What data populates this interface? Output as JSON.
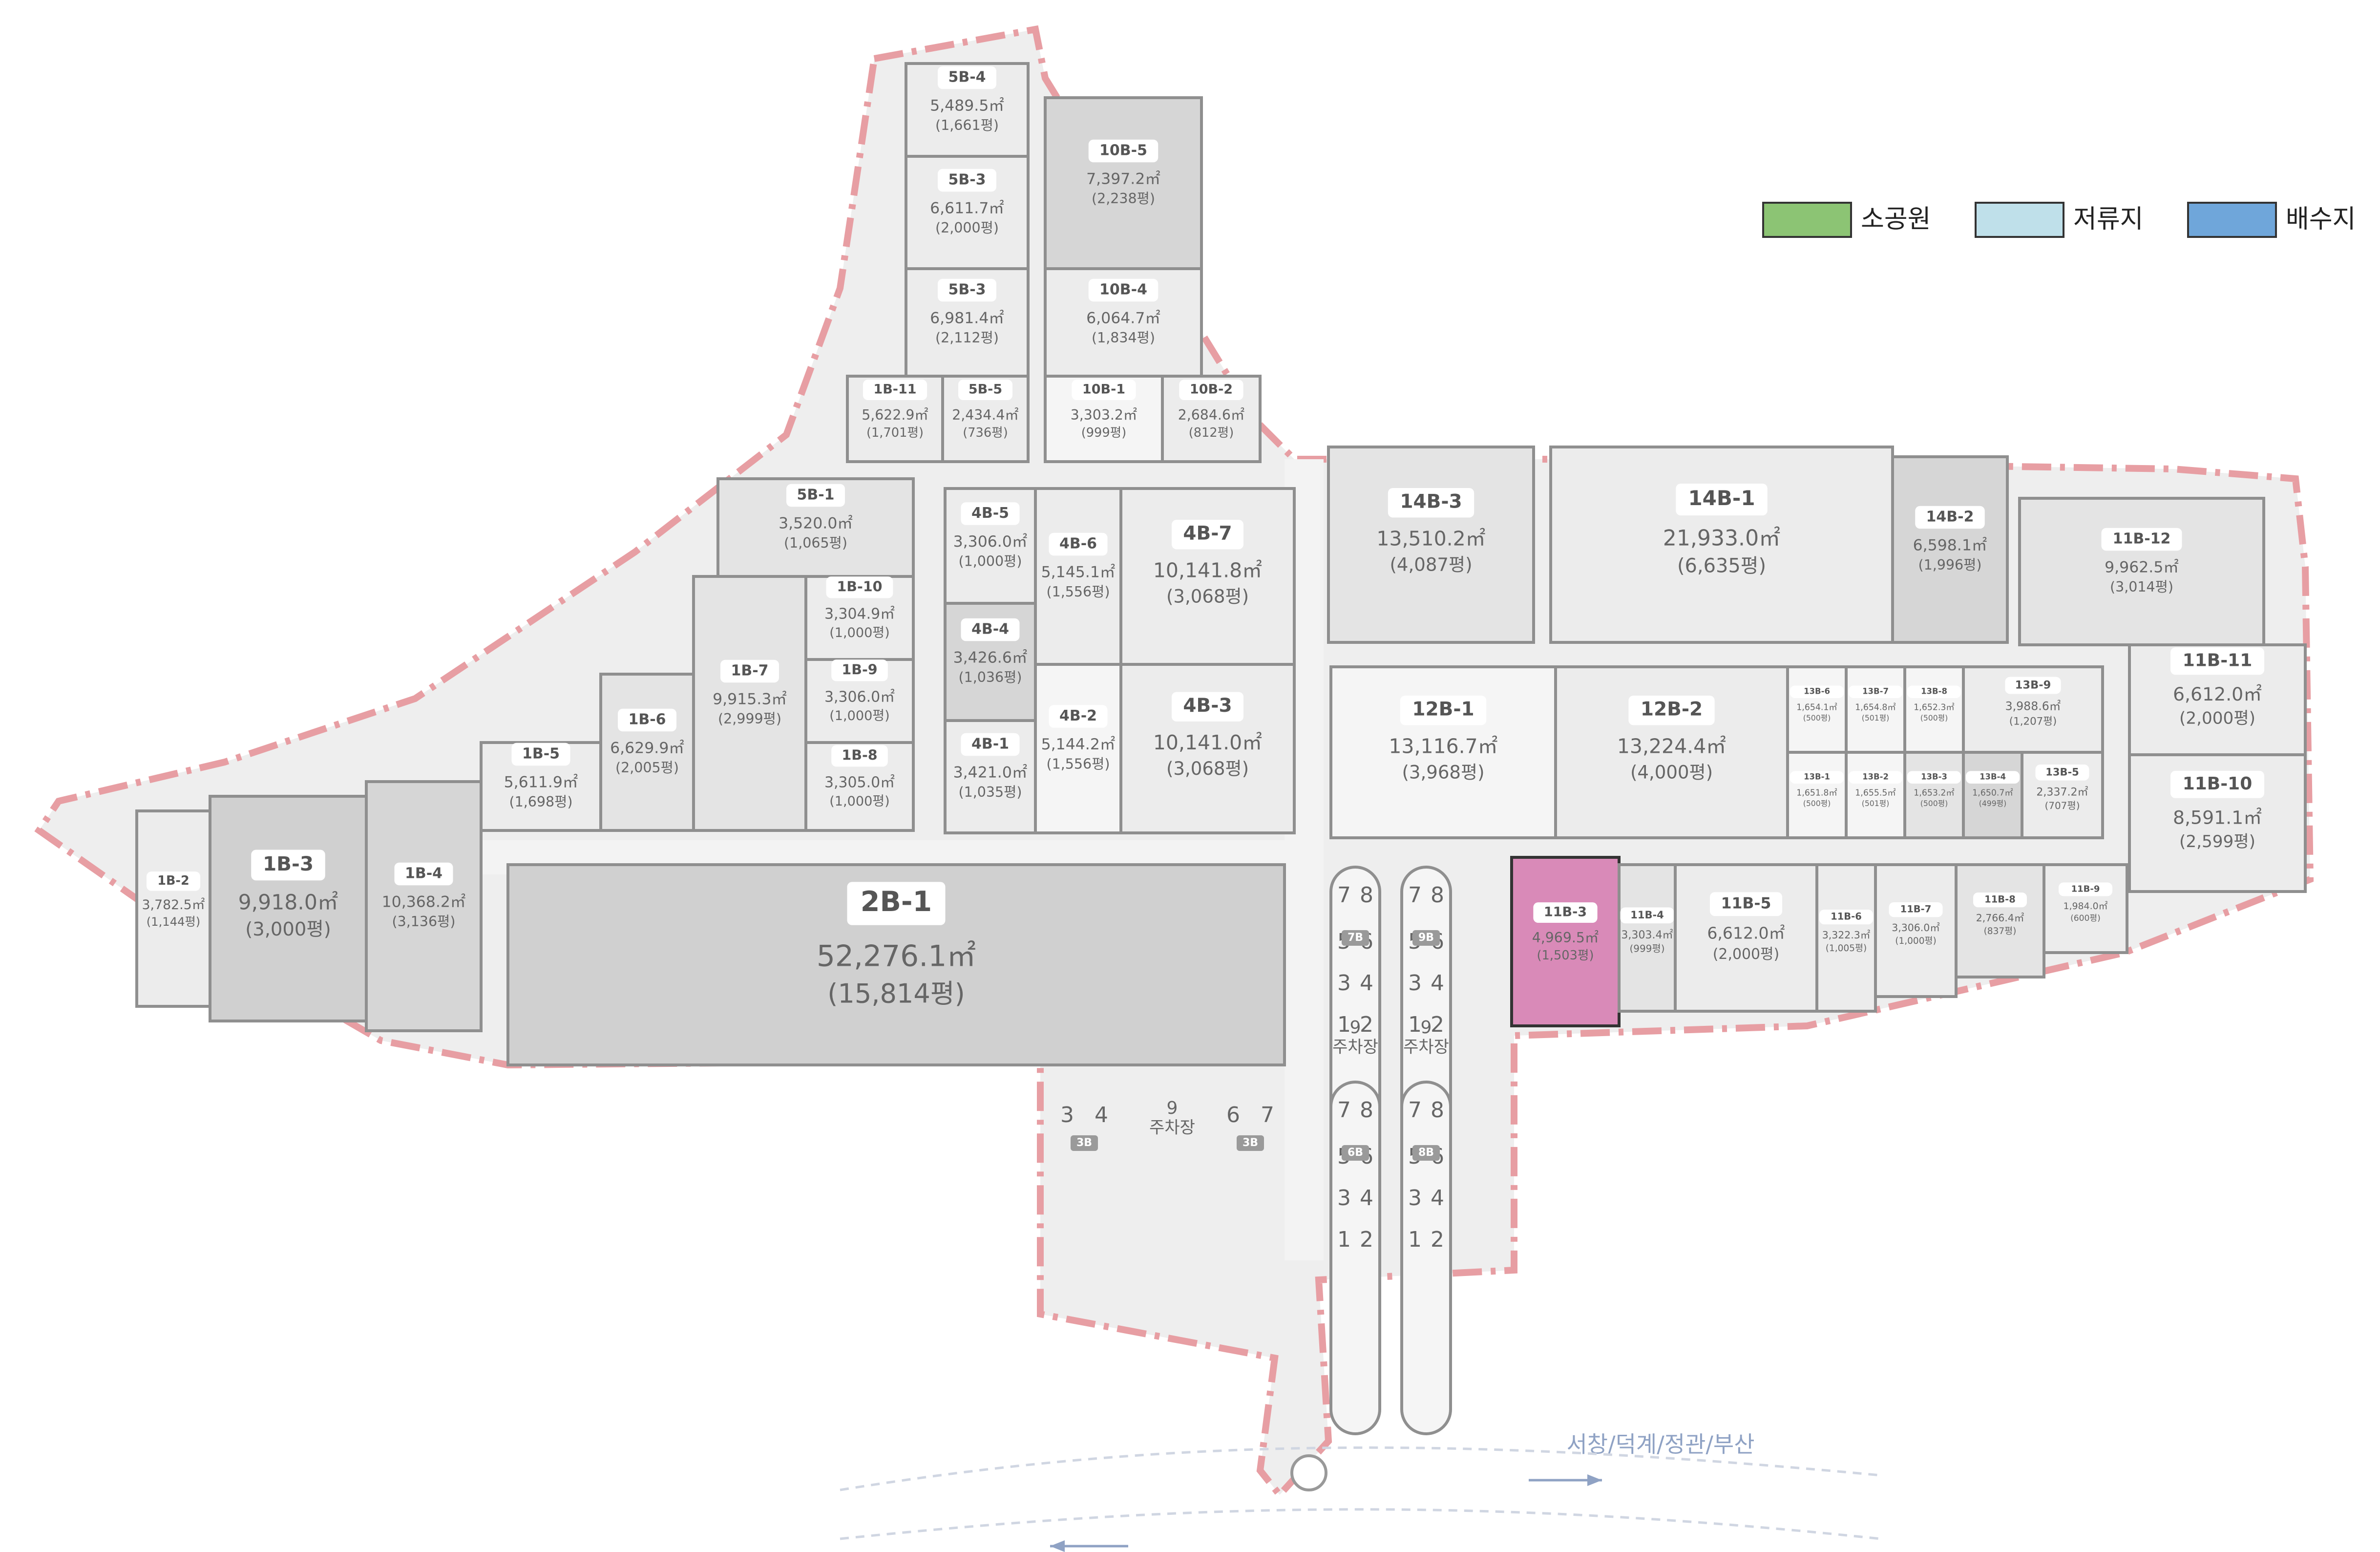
{
  "legend": [
    {
      "label": "소공원",
      "color": "#8cc474"
    },
    {
      "label": "저류지",
      "color": "#bfe0ea"
    },
    {
      "label": "배수지",
      "color": "#6fa6da"
    }
  ],
  "direction_label": "서창/덕계/정관/부산",
  "highlight_color": "#d98ab8",
  "lots": [
    {
      "id": "5B-4",
      "area": "5,489.5㎡",
      "pyeong": "(1,661평)"
    },
    {
      "id": "5B-3a",
      "label": "5B-3",
      "area": "6,611.7㎡",
      "pyeong": "(2,000평)"
    },
    {
      "id": "5B-3b",
      "label": "5B-3",
      "area": "6,981.4㎡",
      "pyeong": "(2,112평)"
    },
    {
      "id": "1B-11",
      "area": "5,622.9㎡",
      "pyeong": "(1,701평)"
    },
    {
      "id": "5B-5",
      "area": "2,434.4㎡",
      "pyeong": "(736평)"
    },
    {
      "id": "10B-5",
      "area": "7,397.2㎡",
      "pyeong": "(2,238평)"
    },
    {
      "id": "10B-4",
      "area": "6,064.7㎡",
      "pyeong": "(1,834평)"
    },
    {
      "id": "10B-1",
      "area": "3,303.2㎡",
      "pyeong": "(999평)"
    },
    {
      "id": "10B-2",
      "area": "2,684.6㎡",
      "pyeong": "(812평)"
    },
    {
      "id": "5B-1",
      "area": "3,520.0㎡",
      "pyeong": "(1,065평)"
    },
    {
      "id": "1B-10",
      "area": "3,304.9㎡",
      "pyeong": "(1,000평)"
    },
    {
      "id": "1B-9",
      "area": "3,306.0㎡",
      "pyeong": "(1,000평)"
    },
    {
      "id": "1B-8",
      "area": "3,305.0㎡",
      "pyeong": "(1,000평)"
    },
    {
      "id": "1B-7",
      "area": "9,915.3㎡",
      "pyeong": "(2,999평)"
    },
    {
      "id": "1B-6",
      "area": "6,629.9㎡",
      "pyeong": "(2,005평)"
    },
    {
      "id": "1B-5",
      "area": "5,611.9㎡",
      "pyeong": "(1,698평)"
    },
    {
      "id": "1B-4",
      "area": "10,368.2㎡",
      "pyeong": "(3,136평)"
    },
    {
      "id": "1B-3",
      "area": "9,918.0㎡",
      "pyeong": "(3,000평)"
    },
    {
      "id": "1B-2",
      "area": "3,782.5㎡",
      "pyeong": "(1,144평)"
    },
    {
      "id": "2B-1",
      "area": "52,276.1㎡",
      "pyeong": "(15,814평)"
    },
    {
      "id": "4B-5",
      "area": "3,306.0㎡",
      "pyeong": "(1,000평)"
    },
    {
      "id": "4B-4",
      "area": "3,426.6㎡",
      "pyeong": "(1,036평)"
    },
    {
      "id": "4B-1",
      "area": "3,421.0㎡",
      "pyeong": "(1,035평)"
    },
    {
      "id": "4B-6",
      "area": "5,145.1㎡",
      "pyeong": "(1,556평)"
    },
    {
      "id": "4B-2",
      "area": "5,144.2㎡",
      "pyeong": "(1,556평)"
    },
    {
      "id": "4B-7",
      "area": "10,141.8㎡",
      "pyeong": "(3,068평)"
    },
    {
      "id": "4B-3",
      "area": "10,141.0㎡",
      "pyeong": "(3,068평)"
    },
    {
      "id": "14B-3",
      "area": "13,510.2㎡",
      "pyeong": "(4,087평)"
    },
    {
      "id": "14B-1",
      "area": "21,933.0㎡",
      "pyeong": "(6,635평)"
    },
    {
      "id": "14B-2",
      "area": "6,598.1㎡",
      "pyeong": "(1,996평)"
    },
    {
      "id": "11B-12",
      "area": "9,962.5㎡",
      "pyeong": "(3,014평)"
    },
    {
      "id": "11B-11",
      "area": "6,612.0㎡",
      "pyeong": "(2,000평)"
    },
    {
      "id": "11B-10",
      "area": "8,591.1㎡",
      "pyeong": "(2,599평)"
    },
    {
      "id": "12B-1",
      "area": "13,116.7㎡",
      "pyeong": "(3,968평)"
    },
    {
      "id": "12B-2",
      "area": "13,224.4㎡",
      "pyeong": "(4,000평)"
    },
    {
      "id": "13B-6",
      "area": "1,654.1㎡",
      "pyeong": "(500평)"
    },
    {
      "id": "13B-7",
      "area": "1,654.8㎡",
      "pyeong": "(501평)"
    },
    {
      "id": "13B-8",
      "area": "1,652.3㎡",
      "pyeong": "(500평)"
    },
    {
      "id": "13B-9",
      "area": "3,988.6㎡",
      "pyeong": "(1,207평)"
    },
    {
      "id": "13B-1",
      "area": "1,651.8㎡",
      "pyeong": "(500평)"
    },
    {
      "id": "13B-2",
      "area": "1,655.5㎡",
      "pyeong": "(501평)"
    },
    {
      "id": "13B-3",
      "area": "1,653.2㎡",
      "pyeong": "(500평)"
    },
    {
      "id": "13B-4",
      "area": "1,650.7㎡",
      "pyeong": "(499평)"
    },
    {
      "id": "13B-5",
      "area": "2,337.2㎡",
      "pyeong": "(707평)"
    },
    {
      "id": "11B-3",
      "area": "4,969.5㎡",
      "pyeong": "(1,503평)"
    },
    {
      "id": "11B-4",
      "area": "3,303.4㎡",
      "pyeong": "(999평)"
    },
    {
      "id": "11B-5",
      "area": "6,612.0㎡",
      "pyeong": "(2,000평)"
    },
    {
      "id": "11B-6",
      "area": "3,322.3㎡",
      "pyeong": "(1,005평)"
    },
    {
      "id": "11B-7",
      "area": "3,306.0㎡",
      "pyeong": "(1,000평)"
    },
    {
      "id": "11B-8",
      "area": "2,766.4㎡",
      "pyeong": "(837평)"
    },
    {
      "id": "11B-9",
      "area": "1,984.0㎡",
      "pyeong": "(600평)"
    }
  ],
  "parking": {
    "lot_label": "주차장",
    "column_7B_numbers": [
      "7",
      "8",
      "5",
      "6",
      "3",
      "4",
      "1",
      "2"
    ],
    "badges": [
      "7B",
      "9B",
      "6B",
      "8B",
      "3B",
      "3B"
    ],
    "top_number": "9",
    "small_row_numbers": [
      "3",
      "4",
      "6",
      "7"
    ]
  }
}
